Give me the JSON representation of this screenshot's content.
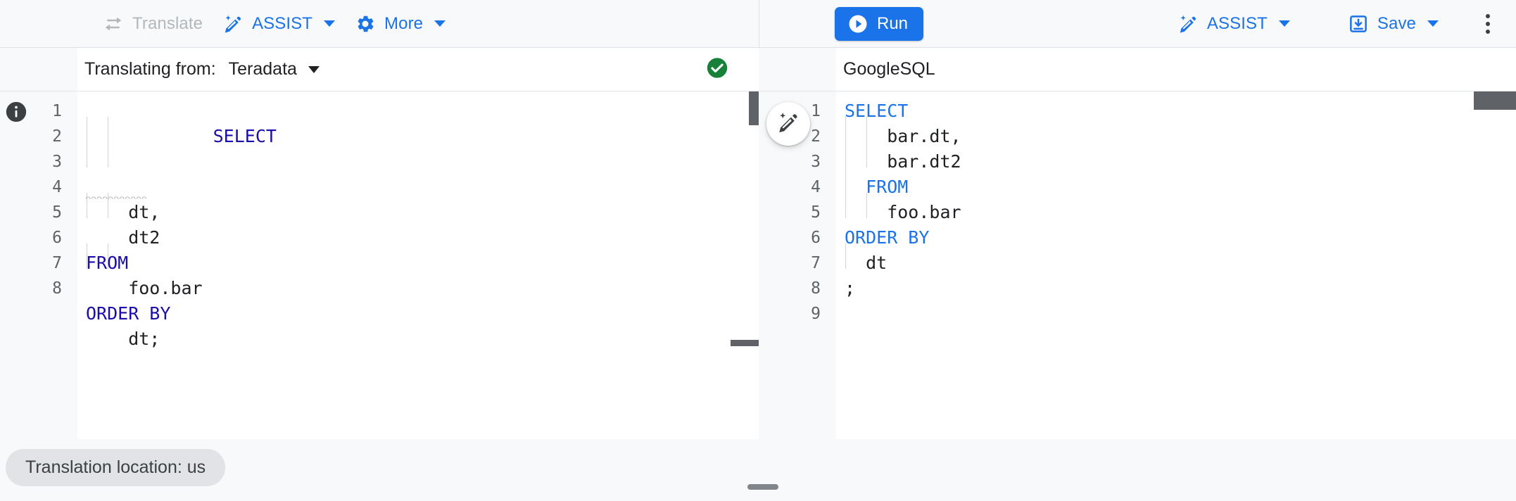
{
  "toolbar": {
    "left_actions": [
      {
        "name": "translate",
        "label": "Translate",
        "icon": "translate-swap-icon",
        "disabled": true,
        "caret": false
      },
      {
        "name": "assist-left",
        "label": "ASSIST",
        "icon": "magic-pen-icon",
        "disabled": false,
        "caret": true
      },
      {
        "name": "more",
        "label": "More",
        "icon": "gear-icon",
        "disabled": false,
        "caret": true
      }
    ],
    "run_label": "Run",
    "right_actions": [
      {
        "name": "assist-right",
        "label": "ASSIST",
        "icon": "magic-pen-icon",
        "disabled": false,
        "caret": true
      },
      {
        "name": "save",
        "label": "Save",
        "icon": "save-download-icon",
        "disabled": false,
        "caret": true
      }
    ],
    "overflow_icon": "kebab-menu-icon"
  },
  "source_panel": {
    "head_label": "Translating from:",
    "dialect": "Teradata",
    "status_icon": "check-circle-icon",
    "status_color": "#188038",
    "info_icon": "info-icon",
    "line_numbers": [
      "1",
      "2",
      "3",
      "4",
      "5",
      "6",
      "7",
      "8"
    ],
    "code_lines": [
      [
        {
          "t": "SELECT",
          "c": "kw"
        }
      ],
      [
        {
          "t": "    dt,",
          "c": ""
        }
      ],
      [
        {
          "t": "    dt2",
          "c": ""
        }
      ],
      [
        {
          "t": "FROM",
          "c": "kw"
        }
      ],
      [
        {
          "t": "    foo.bar",
          "c": ""
        }
      ],
      [
        {
          "t": "ORDER BY",
          "c": "kw"
        }
      ],
      [
        {
          "t": "    dt;",
          "c": ""
        }
      ],
      [
        {
          "t": "",
          "c": ""
        }
      ]
    ]
  },
  "target_panel": {
    "dialect": "GoogleSQL",
    "assist_fab_icon": "magic-pen-icon",
    "line_numbers": [
      "1",
      "2",
      "3",
      "4",
      "5",
      "6",
      "7",
      "8",
      "9"
    ],
    "code_lines": [
      [
        {
          "t": "SELECT",
          "c": "kw-r"
        }
      ],
      [
        {
          "t": "    bar.dt,",
          "c": ""
        }
      ],
      [
        {
          "t": "    bar.dt2",
          "c": ""
        }
      ],
      [
        {
          "t": "  FROM",
          "c": "kw-r"
        }
      ],
      [
        {
          "t": "    foo.bar",
          "c": ""
        }
      ],
      [
        {
          "t": "ORDER BY",
          "c": "kw-r"
        }
      ],
      [
        {
          "t": "  dt",
          "c": ""
        }
      ],
      [
        {
          "t": ";",
          "c": ""
        }
      ],
      [
        {
          "t": "",
          "c": ""
        }
      ]
    ]
  },
  "statusbar": {
    "location_chip": "Translation location: us"
  },
  "colors": {
    "accent": "#1a73e8",
    "keyword_source": "#1a0dab",
    "keyword_target": "#1a73e8",
    "success": "#188038",
    "disabled": "#b4b8bb",
    "surface": "#f7f9fa"
  }
}
